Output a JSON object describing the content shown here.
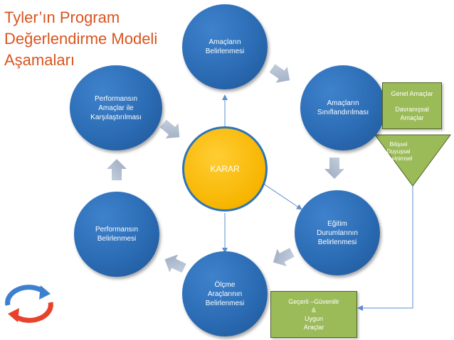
{
  "title": {
    "line1": "Tyler’ın Program",
    "line2": "Değerlendirme Modeli",
    "line3": "Aşamaları"
  },
  "center": {
    "label": "KARAR"
  },
  "nodes": {
    "top": {
      "lines": [
        "Amaçların",
        "Belirlenmesi"
      ]
    },
    "right_top": {
      "lines": [
        "Amaçların",
        "Sınıflandırılması"
      ]
    },
    "right_bottom": {
      "lines": [
        "Eğitim",
        "Durumlarının",
        "Belirlenmesi"
      ]
    },
    "bottom": {
      "lines": [
        "Ölçme",
        "Araçlarının",
        "Belirlenmesi"
      ]
    },
    "left_bottom": {
      "lines": [
        "Performansın",
        "Belirlenmesi"
      ]
    },
    "left_top": {
      "lines": [
        "Performansın",
        "Amaçlar ile",
        "Karşılaştırılması"
      ]
    }
  },
  "side_boxes": {
    "goals": {
      "lines": [
        "Genel Amaçlar",
        "",
        "Davranışsal",
        "Amaçlar"
      ]
    },
    "tools": {
      "lines": [
        "Geçerli –Güvenilir",
        "&",
        "Uygun",
        "Araçlar"
      ]
    }
  },
  "funnel": {
    "lines": [
      "Bilişsel",
      "Duyuşsal",
      "Devinimsel"
    ]
  },
  "colors": {
    "title": "#d9541e",
    "node_blue": "#2b6cb4",
    "center_yellow": "#f7b500",
    "box_green": "#9bbb59",
    "arrow_gray": "#a6b4c8",
    "connector_blue": "#5b8fd0"
  },
  "icons": {
    "cycle": "cycle-arrows-icon"
  }
}
